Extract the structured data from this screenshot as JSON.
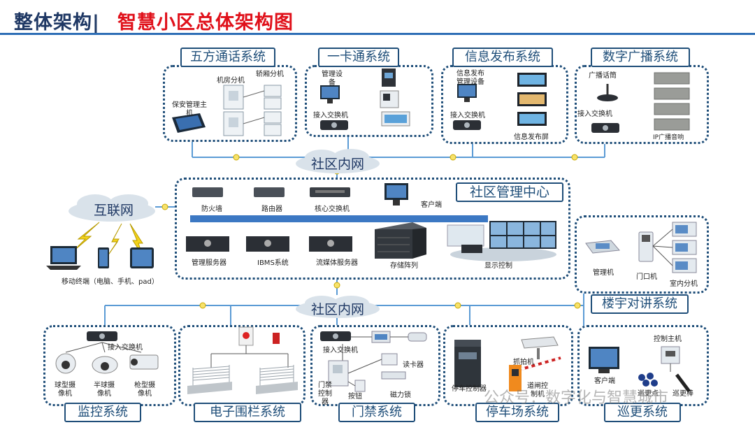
{
  "header": {
    "title": "整体架构|",
    "subtitle": "智慧小区总体架构图"
  },
  "networks": {
    "community_net_top": "社区内网",
    "community_net_bottom": "社区内网",
    "internet": "互联网"
  },
  "systems": {
    "five_way": {
      "label": "五方通话系统",
      "devices": [
        "机房分机",
        "轿厢分机",
        "保安管理主机"
      ]
    },
    "card": {
      "label": "一卡通系统",
      "devices": [
        "管理设备",
        "接入交换机"
      ]
    },
    "info": {
      "label": "信息发布系统",
      "devices": [
        "信息发布管理设备",
        "接入交换机",
        "信息发布屏"
      ]
    },
    "broadcast": {
      "label": "数字广播系统",
      "devices": [
        "广播话筒",
        "接入交换机",
        "IP广播音响"
      ]
    },
    "center": {
      "label": "社区管理中心",
      "devices": [
        "防火墙",
        "路由器",
        "核心交换机",
        "客户端",
        "管理服务器",
        "IBMS系统",
        "流媒体服务器",
        "存储阵列",
        "显示控制"
      ]
    },
    "mobile": {
      "caption": "移动终端（电脑、手机、pad）"
    },
    "intercom": {
      "label": "楼宇对讲系统",
      "devices": [
        "管理机",
        "门口机",
        "室内分机"
      ]
    },
    "monitor": {
      "label": "监控系统",
      "devices": [
        "接入交换机",
        "球型摄像机",
        "半球摄像机",
        "枪型摄像机"
      ]
    },
    "fence": {
      "label": "电子围栏系统"
    },
    "access": {
      "label": "门禁系统",
      "devices": [
        "接入交换机",
        "读卡器",
        "门禁控制器",
        "按钮",
        "磁力锁"
      ]
    },
    "parking": {
      "label": "停车场系统",
      "devices": [
        "抓拍机",
        "停车控制器",
        "道闸控制机"
      ]
    },
    "patrol": {
      "label": "巡更系统",
      "devices": [
        "控制主机",
        "客户端",
        "巡更点",
        "巡更棒"
      ]
    }
  },
  "watermark": "公众号：数字化与智慧城市",
  "colors": {
    "title": "#1f3864",
    "subtitle": "#e0101a",
    "border": "#1f4e79",
    "link": "#2e6fb6",
    "lightning": "#f2d21a"
  }
}
